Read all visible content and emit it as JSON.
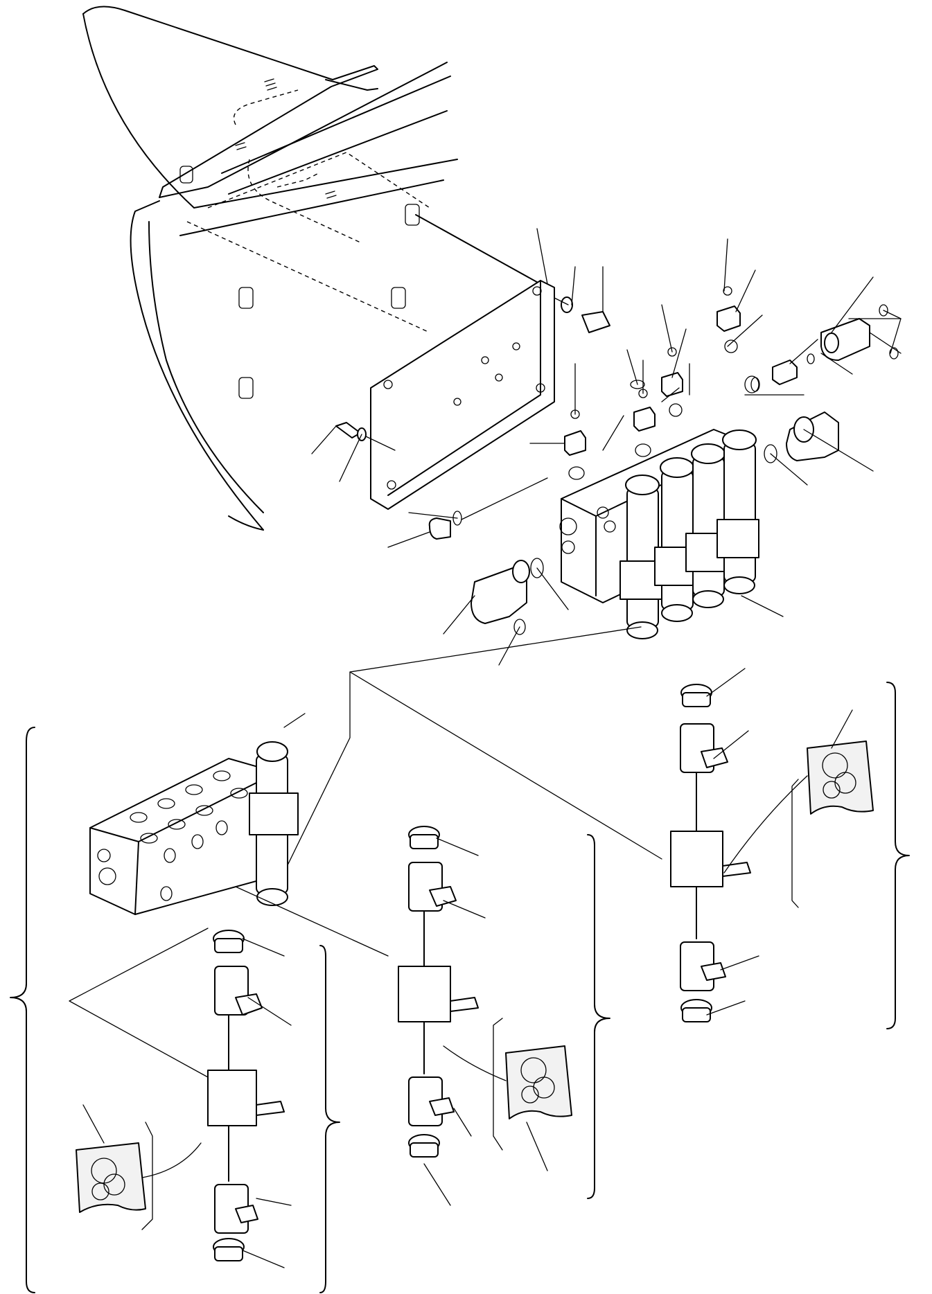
{
  "diagram": {
    "title": "",
    "caption": "",
    "has_text": false,
    "views": [
      {
        "key": "main-assembly",
        "items": [
          "mounting-panel",
          "mounting-plate",
          "control-valve-bank",
          "fittings",
          "o-rings",
          "plugs",
          "elbow-fittings",
          "tee-fitting",
          "bolts",
          "washers"
        ]
      },
      {
        "key": "detail-valve-body-section",
        "items": [
          "valve-block",
          "spool-valve-stack",
          "solenoid-coil",
          "nut",
          "cap-screw",
          "seal-kit"
        ]
      },
      {
        "key": "detail-spool-valve-2",
        "items": [
          "valve-body",
          "solenoid-coil",
          "nut",
          "cap-screw",
          "seal-kit"
        ]
      },
      {
        "key": "detail-spool-valve-3",
        "items": [
          "valve-body",
          "solenoid-coil",
          "nut",
          "cap-screw",
          "seal-kit"
        ]
      }
    ]
  }
}
